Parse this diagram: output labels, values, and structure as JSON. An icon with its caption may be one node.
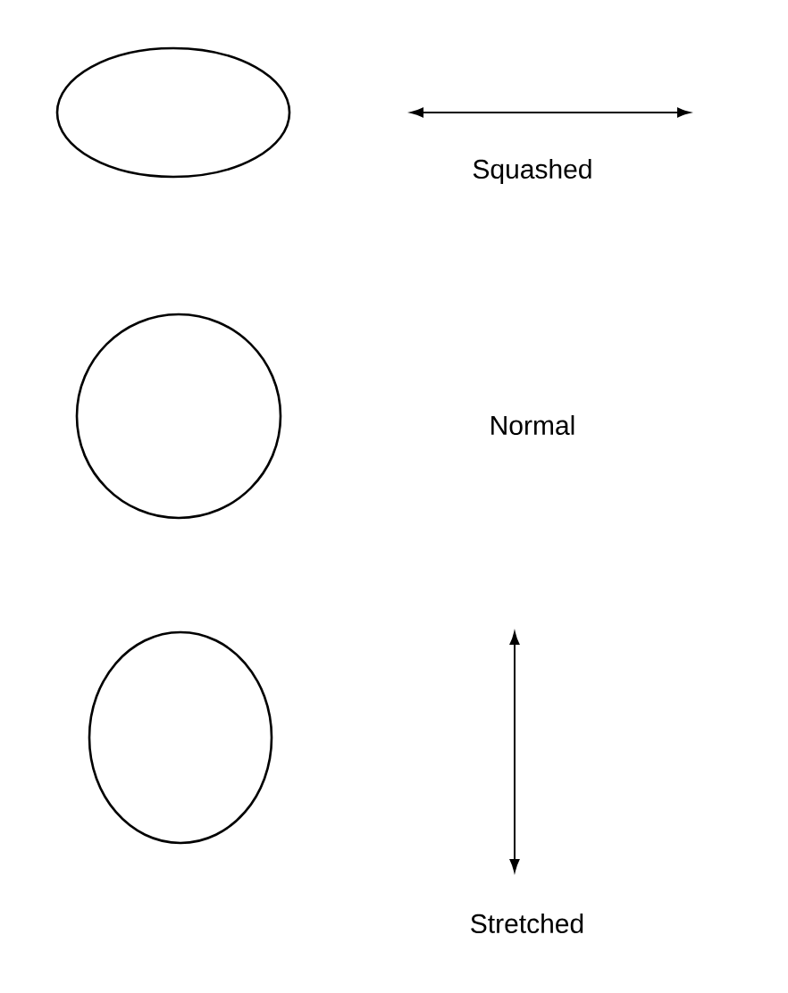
{
  "diagram": {
    "nodes": [
      {
        "text": [],
        "shape": "ellipse"
      },
      {
        "text": [],
        "shape": "circle"
      },
      {
        "text": [],
        "shape": "ellipse"
      }
    ],
    "labels": [
      "Squashed",
      "Normal",
      "Stretched"
    ]
  }
}
